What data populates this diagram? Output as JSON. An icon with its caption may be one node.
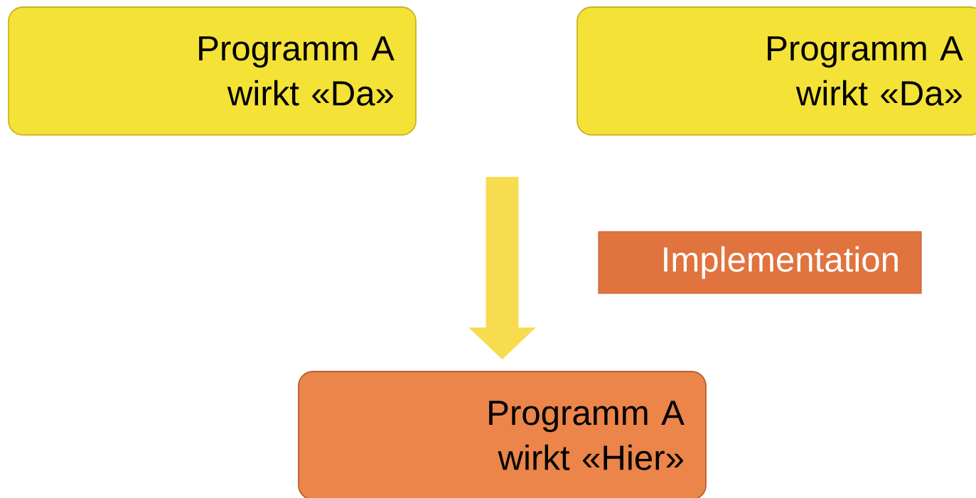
{
  "diagram": {
    "nodes": [
      {
        "text": [
          "Programm A wirkt «Da»"
        ]
      },
      {
        "text": [
          "Programm A wirkt «Da»"
        ]
      },
      {
        "text": [
          "Implementation"
        ]
      },
      {
        "text": [
          "Programm A wirkt «Hier»"
        ]
      }
    ],
    "edges": [
      {
        "from": null,
        "to": 3,
        "arrow": "to"
      }
    ]
  }
}
